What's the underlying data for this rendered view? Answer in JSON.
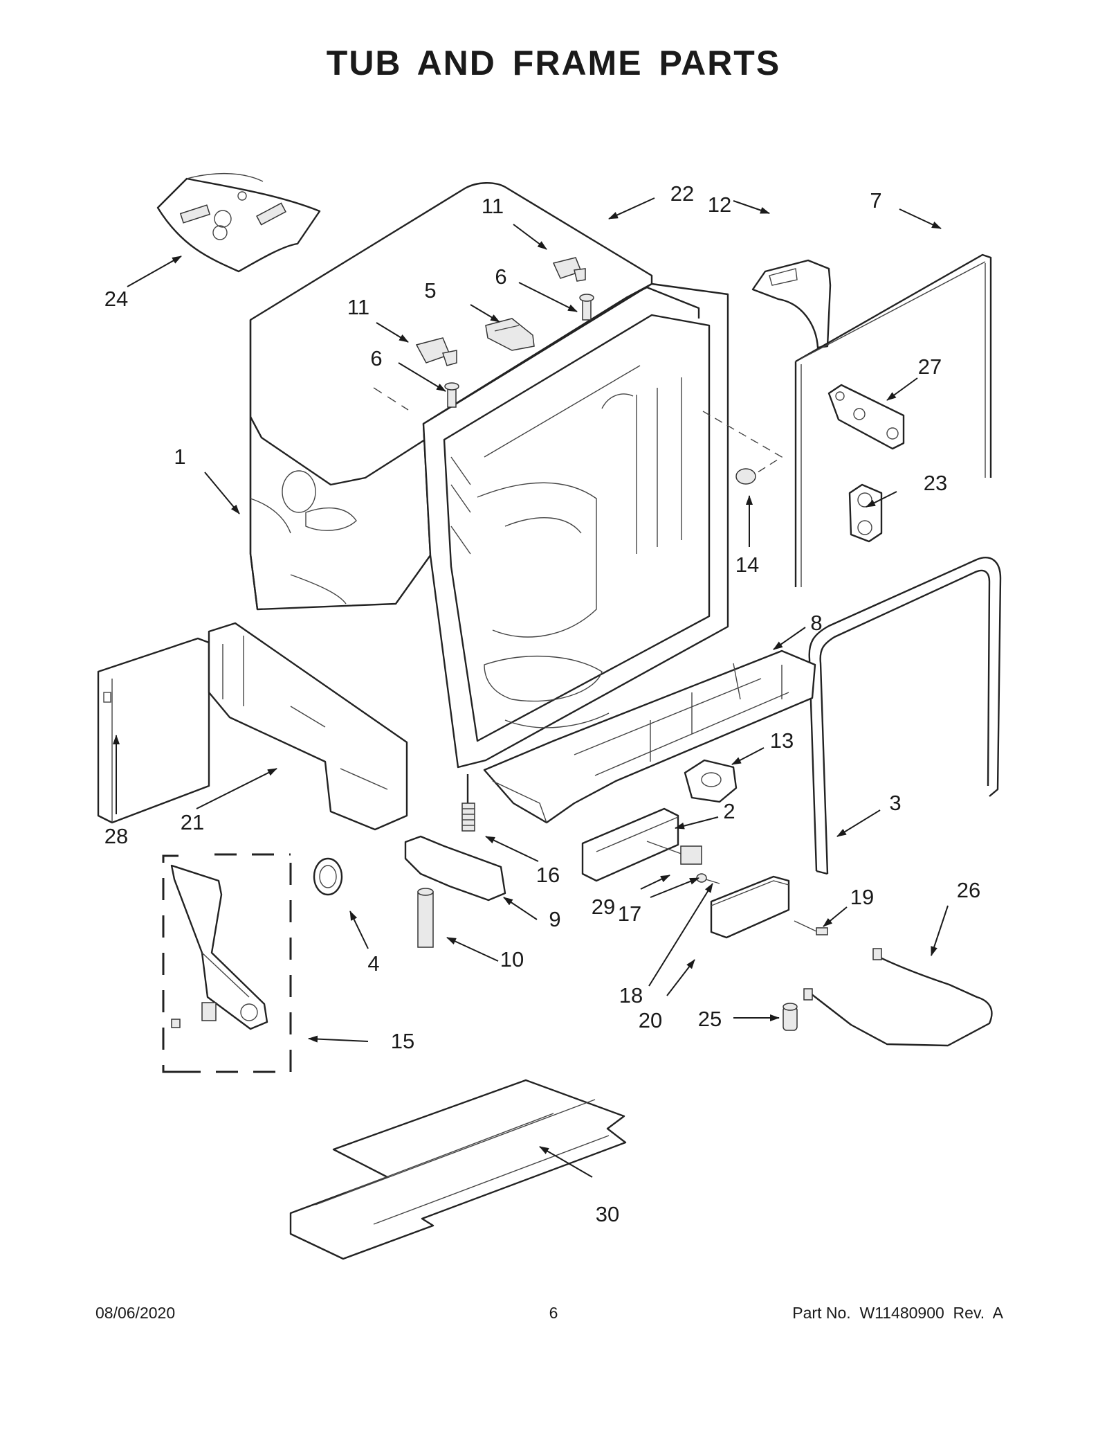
{
  "title": "TUB AND FRAME PARTS",
  "footer": {
    "date": "08/06/2020",
    "page_number": "6",
    "part_number": "Part No.  W11480900  Rev.  A"
  },
  "callouts": [
    "1",
    "2",
    "3",
    "4",
    "5",
    "6",
    "6",
    "7",
    "8",
    "9",
    "10",
    "11",
    "11",
    "12",
    "13",
    "14",
    "15",
    "16",
    "17",
    "18",
    "19",
    "20",
    "21",
    "22",
    "23",
    "24",
    "25",
    "26",
    "27",
    "28",
    "29",
    "30"
  ]
}
